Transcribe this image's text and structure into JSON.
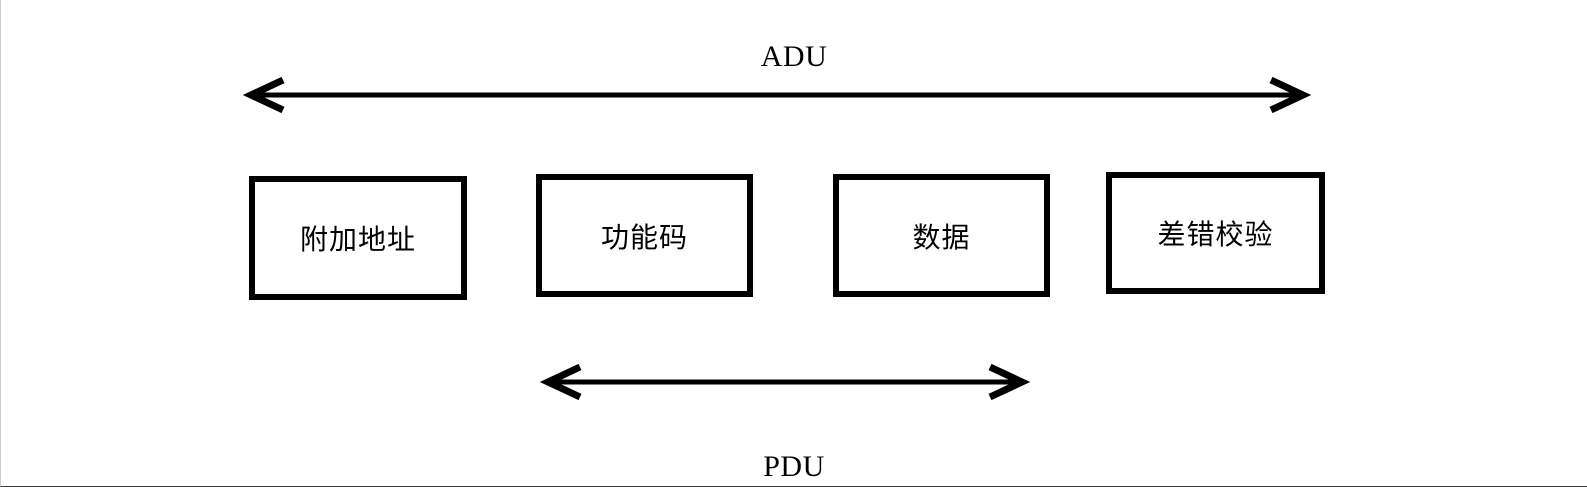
{
  "diagram": {
    "type": "protocol-frame-structure",
    "top_label": "ADU",
    "bottom_label": "PDU",
    "fields": [
      {
        "id": "extra-address",
        "label": "附加地址"
      },
      {
        "id": "function-code",
        "label": "功能码"
      },
      {
        "id": "data",
        "label": "数据"
      },
      {
        "id": "error-check",
        "label": "差错校验"
      }
    ],
    "spans": [
      {
        "id": "adu-span",
        "label": "ADU",
        "arrow": "double-headed",
        "covers": [
          "附加地址",
          "功能码",
          "数据",
          "差错校验"
        ]
      },
      {
        "id": "pdu-span",
        "label": "PDU",
        "arrow": "double-headed",
        "covers": [
          "功能码",
          "数据"
        ]
      }
    ],
    "colors": {
      "stroke": "#000000",
      "background": "#ffffff",
      "text": "#000000"
    }
  }
}
